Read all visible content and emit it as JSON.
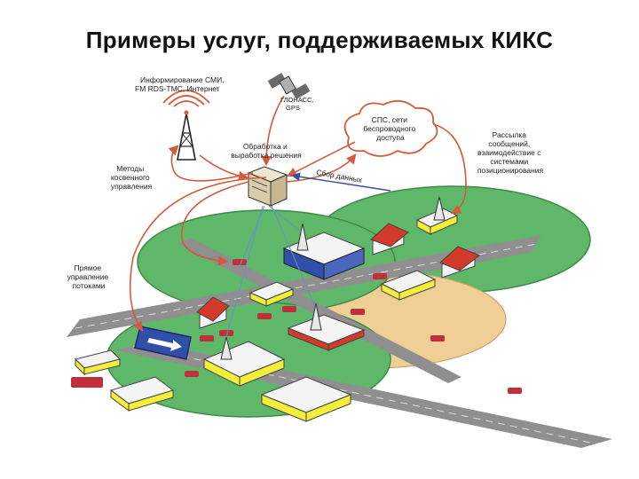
{
  "title": "Примеры услуг, поддерживаемых КИКС",
  "labels": {
    "broadcast": [
      "Информирование СМИ,",
      "FM RDS-TMC, Интернет"
    ],
    "satellite": [
      "ГЛОНАСС,",
      "GPS"
    ],
    "sps": [
      "СПС, сети",
      "беспроводного",
      "доступа"
    ],
    "processing": [
      "Обработка и",
      "выработка решения"
    ],
    "data_collection": "Сбор данных",
    "messaging": [
      "Рассылка",
      "сообщений,",
      "взаимодействие с",
      "системами",
      "позиционирования"
    ],
    "indirect": [
      "Методы",
      "косвенного",
      "управления"
    ],
    "direct": [
      "Прямое",
      "управление",
      "потоками"
    ]
  },
  "colors": {
    "zone_green": "#5fb86a",
    "zone_tan": "#efcf95",
    "road": "#8f8f8f",
    "arrow": "#d35a3a",
    "roof_red": "#d23a2a",
    "building_yellow": "#f2ee3a",
    "building_blue": "#2f4fa8"
  }
}
